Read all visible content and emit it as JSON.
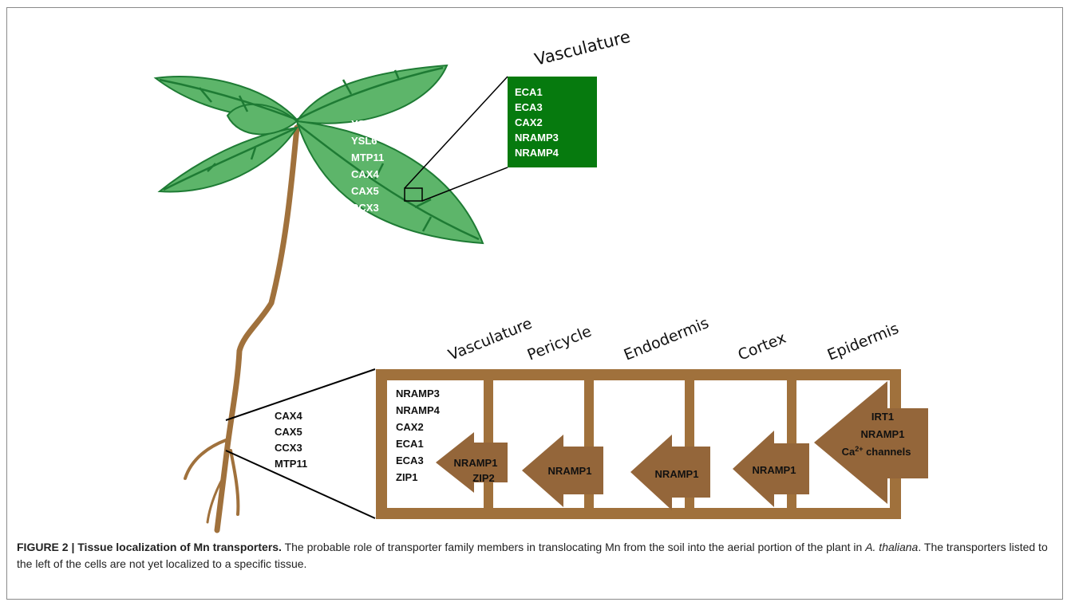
{
  "leaf": {
    "region_label": "Vasculature",
    "transporters": [
      "YSL4",
      "YSL6",
      "MTP11",
      "CAX4",
      "CAX5",
      "CCX3"
    ],
    "vasculature_box": [
      "ECA1",
      "ECA3",
      "CAX2",
      "NRAMP3",
      "NRAMP4"
    ]
  },
  "root": {
    "unlocalized": [
      "CAX4",
      "CAX5",
      "CCX3",
      "MTP11"
    ],
    "tissues": [
      "Vasculature",
      "Pericycle",
      "Endodermis",
      "Cortex",
      "Epidermis"
    ],
    "vasculature_list": [
      "NRAMP3",
      "NRAMP4",
      "CAX2",
      "ECA1",
      "ECA3",
      "ZIP1"
    ],
    "arrows": {
      "vasculature": [
        "NRAMP1",
        "ZIP2"
      ],
      "pericycle": [
        "NRAMP1"
      ],
      "endodermis": [
        "NRAMP1"
      ],
      "cortex": [
        "NRAMP1"
      ],
      "epidermis_line1": "IRT1",
      "epidermis_line2": "NRAMP1",
      "epidermis_ca": "Ca",
      "epidermis_ca_sup": "2+",
      "epidermis_ca_rest": " channels"
    }
  },
  "caption": {
    "label": "FIGURE 2 | Tissue localization of Mn transporters.",
    "text_before_species": " The probable role of transporter family members in translocating Mn from the soil into the aerial portion of the plant in ",
    "species": "A. thaliana",
    "text_after_species": ". The transporters listed to the left of the cells are not yet localized to a specific tissue."
  },
  "colors": {
    "leaf_fill": "#5db56a",
    "leaf_vein": "#1e7b34",
    "dark_green_box": "#067a0e",
    "brown": "#a0713c",
    "arrow_brown": "#94663a"
  }
}
